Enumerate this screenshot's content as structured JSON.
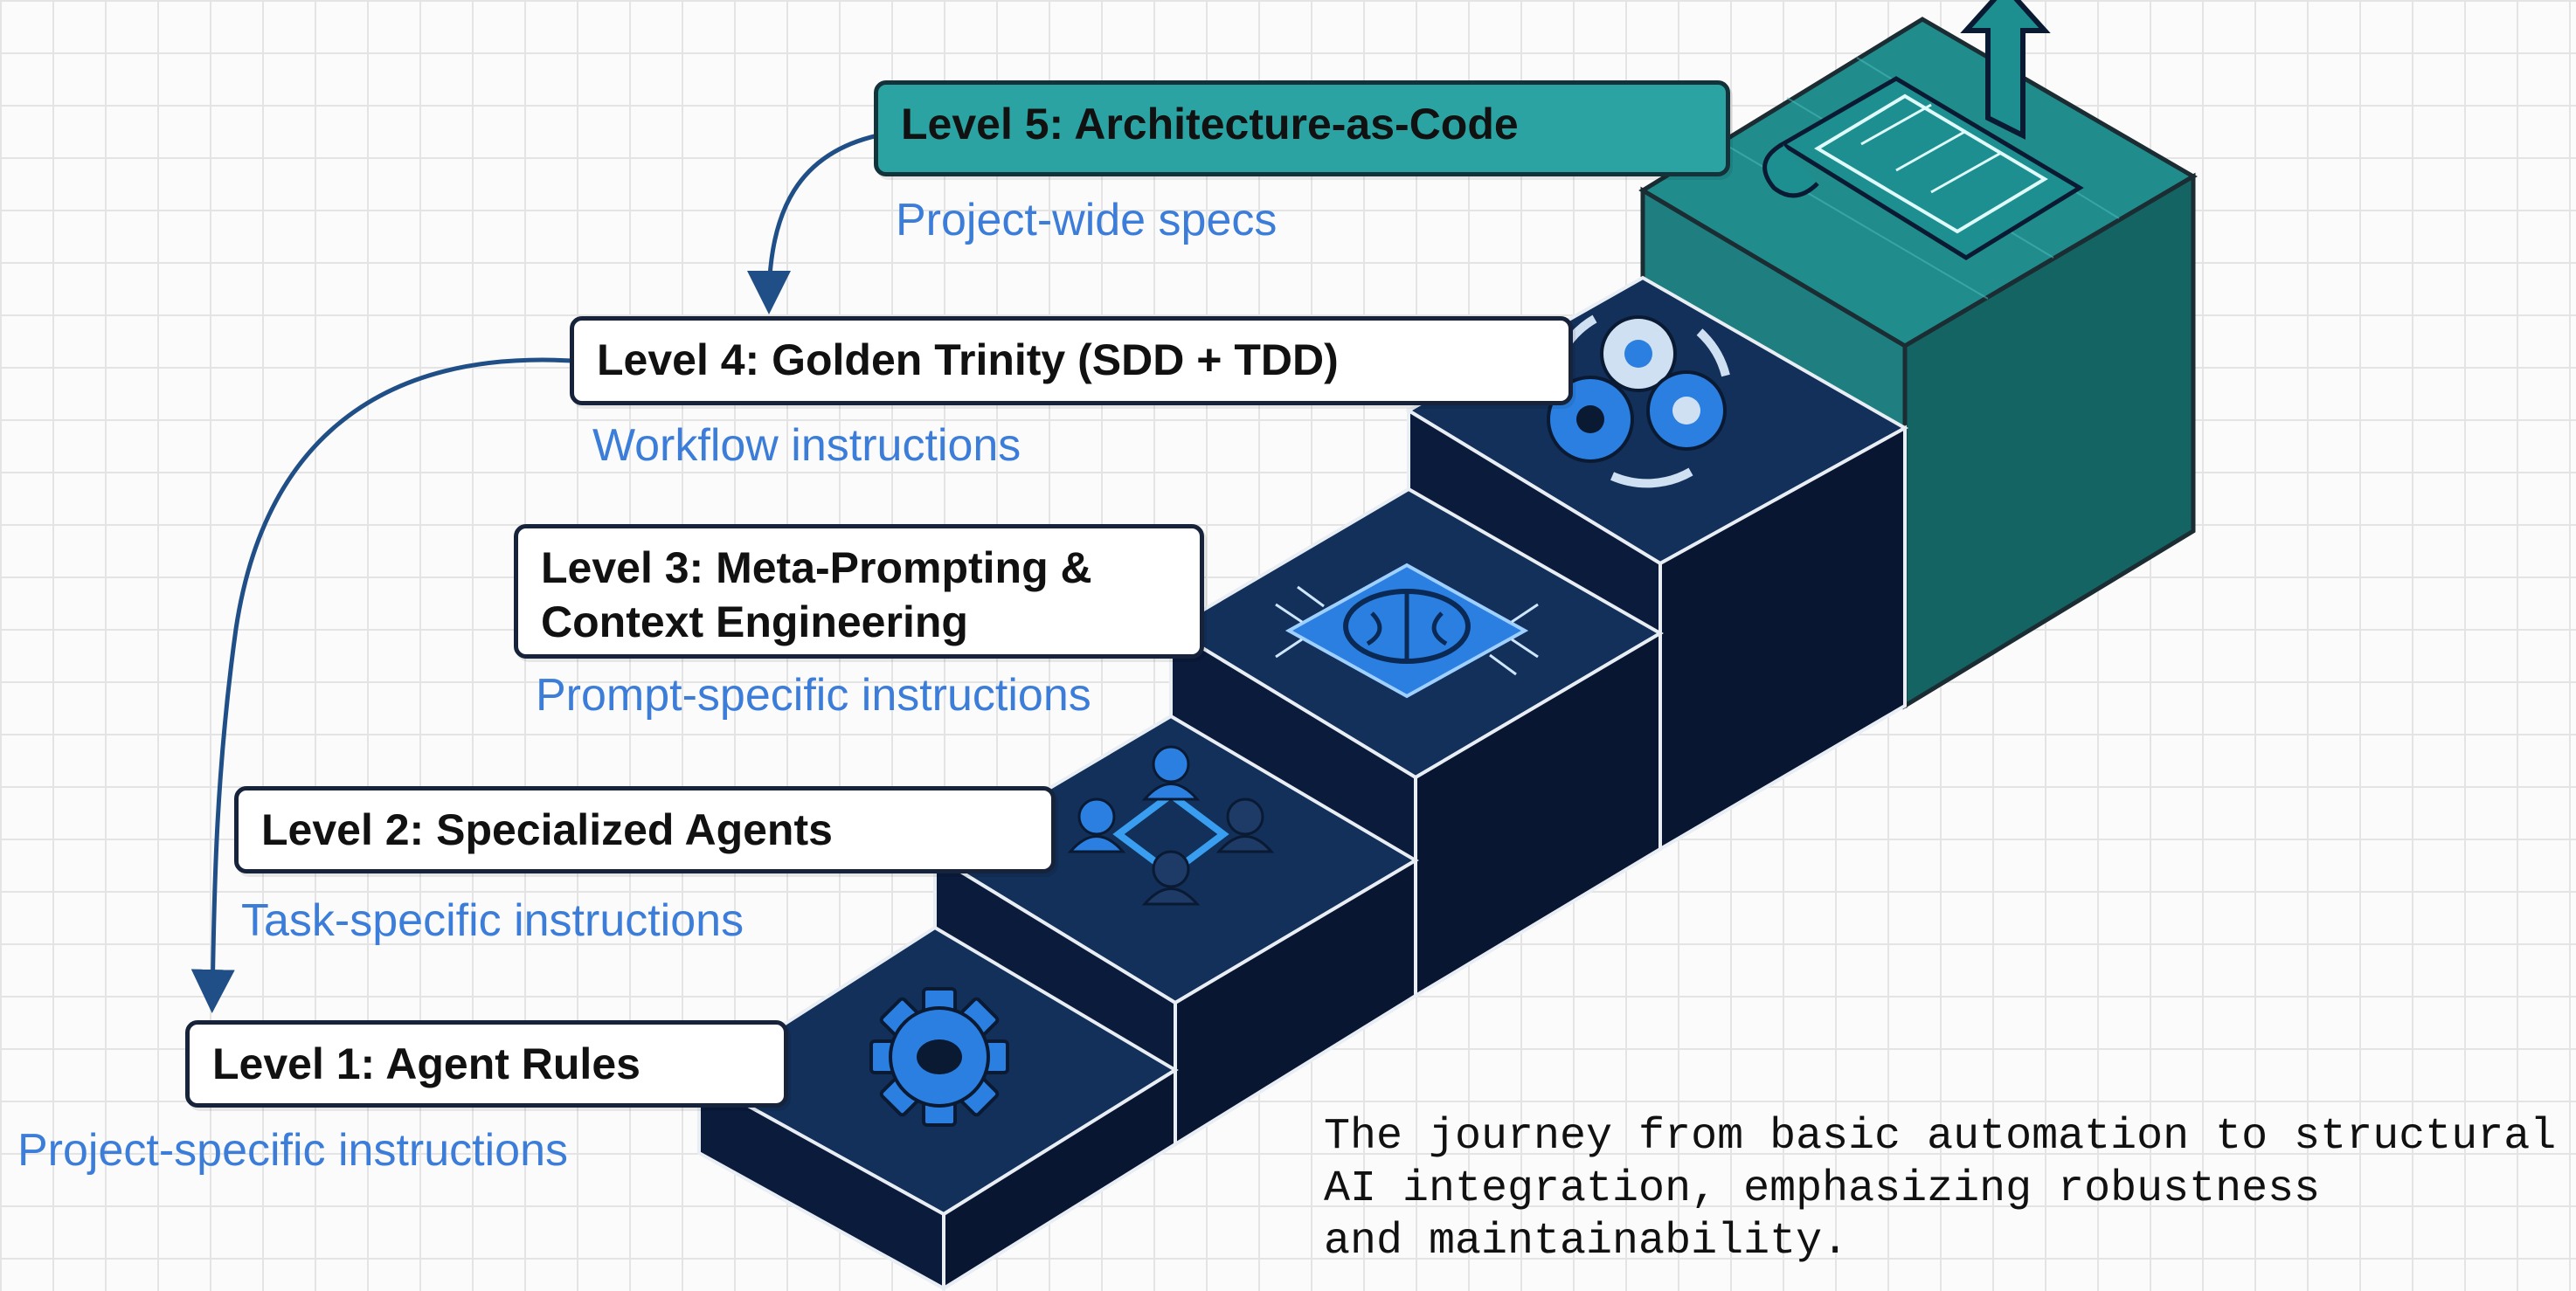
{
  "levels": [
    {
      "title": "Level 1: Agent Rules",
      "description": "Project-specific instructions",
      "icon": "gear-icon"
    },
    {
      "title": "Level 2: Specialized Agents",
      "description": "Task-specific instructions",
      "icon": "agents-team-icon"
    },
    {
      "title_line1": "Level 3: Meta-Prompting &",
      "title_line2": "Context Engineering",
      "description": "Prompt-specific instructions",
      "icon": "brain-chip-icon"
    },
    {
      "title": "Level 4: Golden Trinity (SDD + TDD)",
      "description": "Workflow instructions",
      "icon": "gears-cycle-icon"
    },
    {
      "title": "Level 5: Architecture-as-Code",
      "description": "Project-wide specs",
      "icon": "blueprint-arrow-icon"
    }
  ],
  "caption": {
    "line1": "The journey from basic automation to structural",
    "line2": "AI integration, emphasizing robustness",
    "line3": "and maintainability."
  },
  "colors": {
    "step_top": "#12305a",
    "step_front": "#0b1b3c",
    "step_side": "#081632",
    "top_step_top": "#218c8c",
    "top_step_front": "#1f7f80",
    "top_step_side": "#156464",
    "label_fill": "#ffffff",
    "label_top_fill": "#2ba3a3",
    "description_text": "#3b7dd8",
    "arrow": "#1f4f86",
    "icon_blue": "#2a7fe0"
  }
}
